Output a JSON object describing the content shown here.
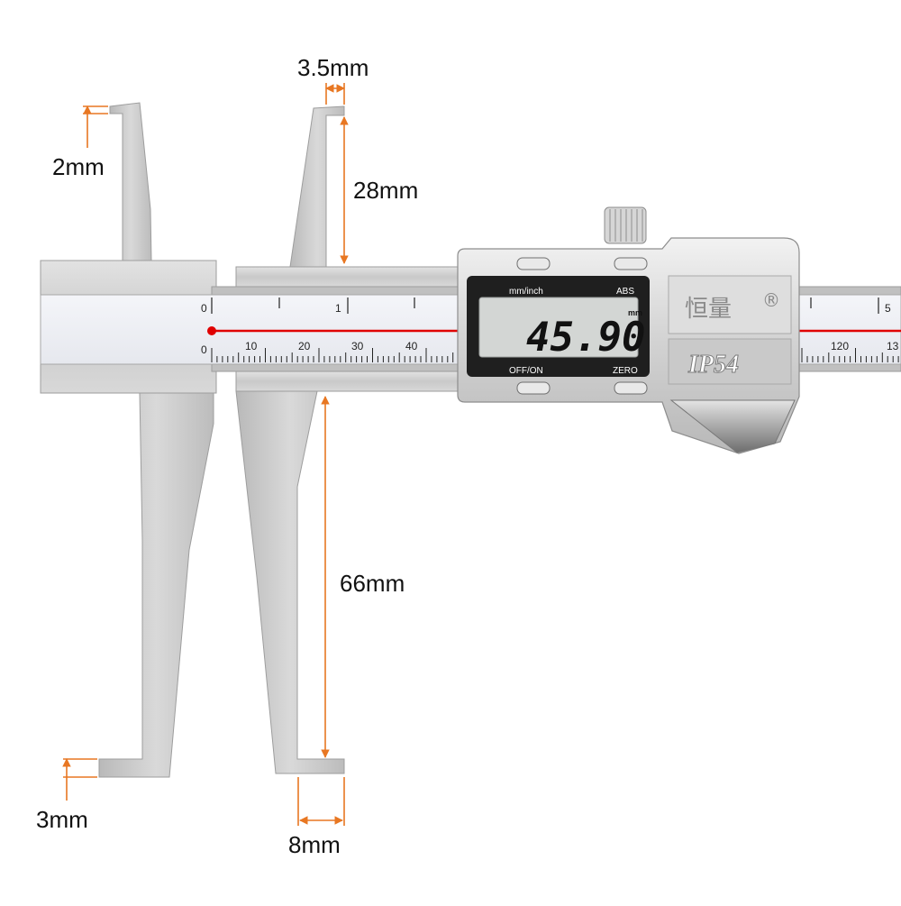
{
  "dimensions": {
    "jaw_tip_width": "3.5mm",
    "upper_left_tip": "2mm",
    "upper_jaw_depth": "28mm",
    "lower_jaw_depth": "66mm",
    "lower_left_tip": "3mm",
    "lower_jaw_width": "8mm"
  },
  "scale": {
    "upper_ticks": [
      "0",
      "1",
      "5"
    ],
    "lower_ticks": [
      "0",
      "10",
      "20",
      "30",
      "40",
      "120",
      "13"
    ]
  },
  "display": {
    "unit_label": "mm/inch",
    "mode_label": "ABS",
    "reading": "45.90",
    "reading_unit": "mm",
    "off_on_label": "OFF/ON",
    "zero_label": "ZERO"
  },
  "branding": {
    "logo_text": "恒量",
    "registered_mark": "®",
    "rating": "IP54"
  },
  "colors": {
    "dimension_line": "#e87722",
    "steel": "#c8c8c8",
    "lcd_background": "#d3d6d4",
    "indicator_red": "#e00000"
  }
}
